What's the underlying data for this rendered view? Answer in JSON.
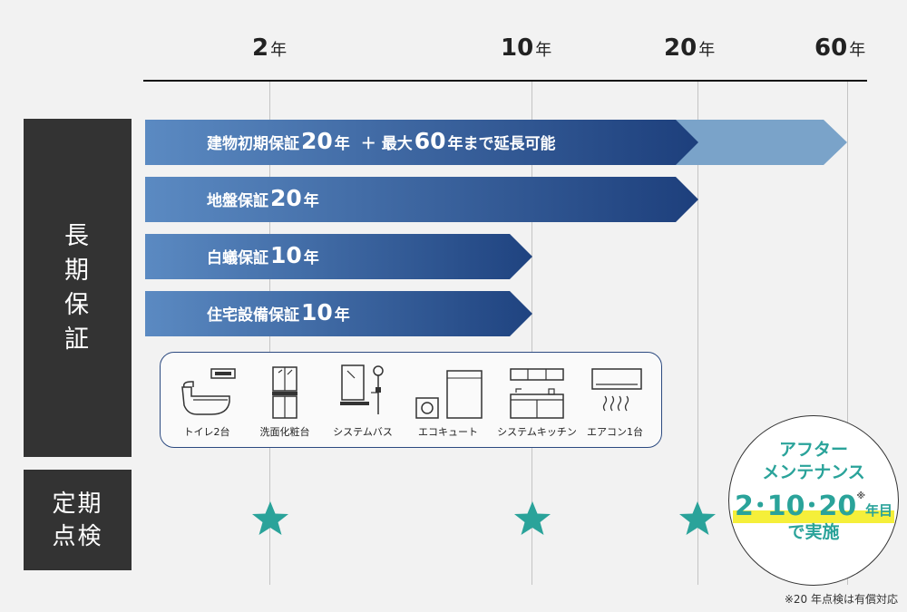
{
  "timeline": {
    "ticks": [
      {
        "num": "2",
        "unit": "年"
      },
      {
        "num": "10",
        "unit": "年"
      },
      {
        "num": "20",
        "unit": "年"
      },
      {
        "num": "60",
        "unit": "年"
      }
    ]
  },
  "sections": {
    "warranty": "長\n期\n保\n証",
    "inspection": "定期\n点検"
  },
  "bars": [
    {
      "prefix": "建物初期保証",
      "num": "20",
      "unit": "年",
      "extra1": "＋ 最大",
      "num2": "60",
      "extra2": "年まで延長可能"
    },
    {
      "prefix": "地盤保証",
      "num": "20",
      "unit": "年"
    },
    {
      "prefix": "白蟻保証",
      "num": "10",
      "unit": "年"
    },
    {
      "prefix": "住宅設備保証",
      "num": "10",
      "unit": "年"
    }
  ],
  "equipment": [
    {
      "label": "トイレ2台",
      "icon": "toilet-icon"
    },
    {
      "label": "洗面化粧台",
      "icon": "vanity-icon"
    },
    {
      "label": "システムバス",
      "icon": "bath-icon"
    },
    {
      "label": "エコキュート",
      "icon": "water-heater-icon"
    },
    {
      "label": "システムキッチン",
      "icon": "kitchen-icon"
    },
    {
      "label": "エアコン1台",
      "icon": "air-conditioner-icon"
    }
  ],
  "inspection_marks": [
    "2年",
    "10年",
    "20年"
  ],
  "after_maintenance": {
    "line1": "アフター",
    "line2": "メンテナンス",
    "years": "2･10･20",
    "note_mark": "※",
    "years_suffix": "年目",
    "line4": "で実施"
  },
  "footnote": "※20 年点検は有償対応",
  "colors": {
    "bar_start": "#5b8ac2",
    "bar_end": "#1d3f7c",
    "bar_extension": "#7aa3c9",
    "accent_teal": "#2aa39a",
    "side_block": "#333333",
    "highlight_yellow": "#f5ef3a"
  }
}
